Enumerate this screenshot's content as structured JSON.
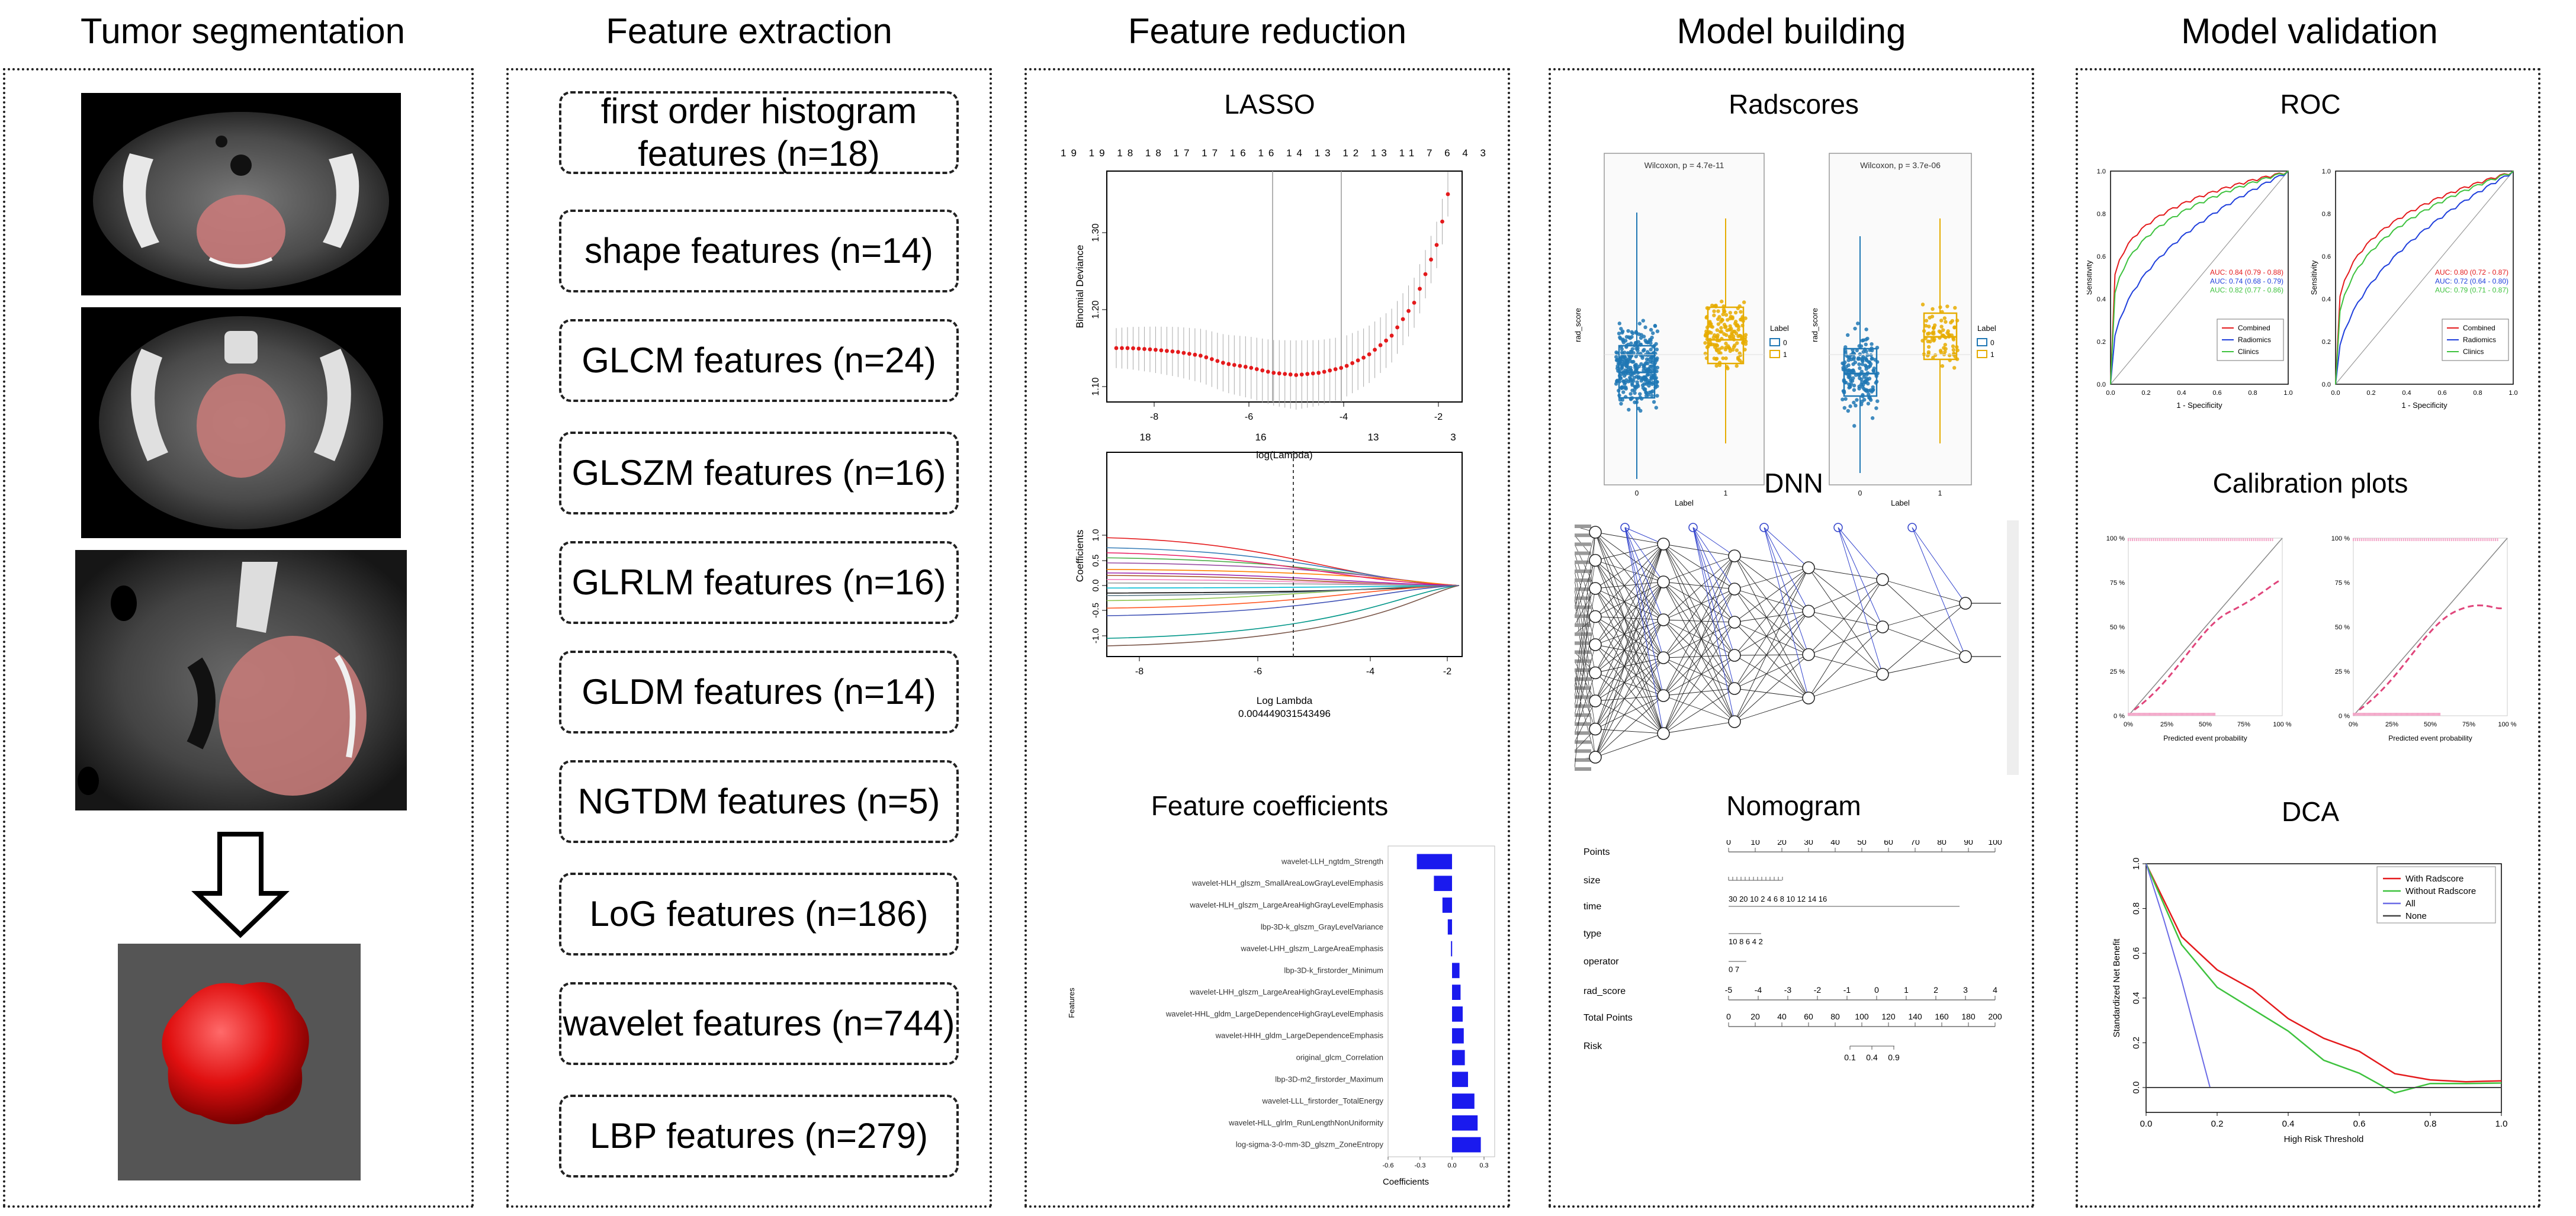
{
  "headers": {
    "col1": "Tumor segmentation",
    "col2": "Feature extraction",
    "col3": "Feature reduction",
    "col4": "Model building",
    "col5": "Model validation"
  },
  "features": [
    {
      "label": "first order histogram features (n=18)"
    },
    {
      "label": "shape features (n=14)"
    },
    {
      "label": "GLCM features (n=24)"
    },
    {
      "label": "GLSZM features (n=16)"
    },
    {
      "label": "GLRLM features (n=16)"
    },
    {
      "label": "GLDM features (n=14)"
    },
    {
      "label": "NGTDM features (n=5)"
    },
    {
      "label": "LoG features (n=186)"
    },
    {
      "label": "wavelet features (n=744)"
    },
    {
      "label": "LBP features (n=279)"
    }
  ],
  "reduction": {
    "lasso_title": "LASSO",
    "lasso_top_ticks": "19 19 18 18 17 17 16 16 14 13 12 13 11 7 6 4 3",
    "lasso_ylabel": "Binomial Deviance",
    "lasso_xlabel": "log(Lambda)",
    "coef_top_ticks": [
      "18",
      "16",
      "13",
      "3"
    ],
    "coef_ylabel": "Coefficients",
    "coef_xlabel": "Log Lambda",
    "coef_lambda": "0.004449031543496",
    "fc_title": "Feature coefficients",
    "fc_ylabel": "Features",
    "fc_xlabel": "Coefficients"
  },
  "chart_data": [
    {
      "type": "bar",
      "title": "Feature coefficients",
      "xlabel": "Coefficients",
      "ylabel": "Features",
      "xlim": [
        -0.6,
        0.4
      ],
      "xticks": [
        "-0.6",
        "-0.3",
        "0.0",
        "0.3"
      ],
      "categories": [
        "wavelet-LLH_ngtdm_Strength",
        "wavelet-HLH_glszm_SmallAreaLowGrayLevelEmphasis",
        "wavelet-HLH_glszm_LargeAreaHighGrayLevelEmphasis",
        "lbp-3D-k_glszm_GrayLevelVariance",
        "wavelet-LHH_glszm_LargeAreaEmphasis",
        "lbp-3D-k_firstorder_Minimum",
        "wavelet-LHH_glszm_LargeAreaHighGrayLevelEmphasis",
        "wavelet-HHL_gldm_LargeDependenceHighGrayLevelEmphasis",
        "wavelet-HHH_gldm_LargeDependenceEmphasis",
        "original_glcm_Correlation",
        "lbp-3D-m2_firstorder_Maximum",
        "wavelet-LLL_firstorder_TotalEnergy",
        "wavelet-HLL_glrlm_RunLengthNonUniformity",
        "log-sigma-3-0-mm-3D_glszm_ZoneEntropy"
      ],
      "values": [
        -0.33,
        -0.17,
        -0.09,
        -0.04,
        -0.01,
        0.07,
        0.08,
        0.1,
        0.11,
        0.12,
        0.15,
        0.21,
        0.24,
        0.27
      ],
      "grid": false
    },
    {
      "type": "line",
      "title": "LASSO",
      "xlabel": "log(Lambda)",
      "ylabel": "Binomial Deviance",
      "xticks": [
        "-8",
        "-6",
        "-4",
        "-2"
      ],
      "yticks": [
        "1.10",
        "1.20",
        "1.30"
      ],
      "xlim": [
        -9,
        -1.5
      ],
      "ylim": [
        1.08,
        1.38
      ],
      "x": [
        -9,
        -8.5,
        -8,
        -7.5,
        -7,
        -6.5,
        -6,
        -5.5,
        -5,
        -4.5,
        -4,
        -3.5,
        -3,
        -2.5,
        -2,
        -1.8
      ],
      "y": [
        1.15,
        1.15,
        1.148,
        1.145,
        1.14,
        1.13,
        1.125,
        1.118,
        1.115,
        1.118,
        1.125,
        1.14,
        1.165,
        1.21,
        1.29,
        1.35
      ]
    },
    {
      "type": "line",
      "title": "DCA",
      "xlabel": "High Risk Threshold",
      "ylabel": "Standardized Net Benefit",
      "xticks": [
        "0.0",
        "0.2",
        "0.4",
        "0.6",
        "0.8",
        "1.0"
      ],
      "yticks": [
        "0.0",
        "0.2",
        "0.4",
        "0.6",
        "0.8",
        "1.0"
      ],
      "series": [
        {
          "name": "With Radscore",
          "x": [
            0,
            0.1,
            0.2,
            0.3,
            0.4,
            0.5,
            0.6,
            0.7,
            0.8,
            0.9,
            1.0
          ],
          "y": [
            1.0,
            0.68,
            0.52,
            0.42,
            0.32,
            0.22,
            0.15,
            0.08,
            0.04,
            0.02,
            0.03
          ]
        },
        {
          "name": "Without Radscore",
          "x": [
            0,
            0.1,
            0.2,
            0.3,
            0.4,
            0.5,
            0.6,
            0.7,
            0.8,
            0.9,
            1.0
          ],
          "y": [
            1.0,
            0.62,
            0.46,
            0.35,
            0.24,
            0.14,
            0.07,
            -0.03,
            0.0,
            0.03,
            0.02
          ]
        },
        {
          "name": "All",
          "x": [
            0,
            0.05,
            0.1,
            0.15,
            0.18
          ],
          "y": [
            1.0,
            0.75,
            0.48,
            0.18,
            0.0
          ]
        },
        {
          "name": "None",
          "x": [
            0,
            1.0
          ],
          "y": [
            0,
            0
          ]
        }
      ],
      "legend": "top-right"
    }
  ],
  "building": {
    "radscores_title": "Radscores",
    "wilcoxon_left": "Wilcoxon, p = 4.7e-11",
    "wilcoxon_right": "Wilcoxon, p = 3.7e-06",
    "rad_ylabel": "rad_score",
    "rad_xlabel": "Label",
    "legend_title": "Label",
    "legend_0": "0",
    "legend_1": "1",
    "dnn_title": "DNN",
    "nomogram_title": "Nomogram",
    "nomogram_rows": [
      "Points",
      "size",
      "time",
      "type",
      "operator",
      "rad_score",
      "Total Points",
      "Risk"
    ],
    "points_ticks": [
      "0",
      "10",
      "20",
      "30",
      "40",
      "50",
      "60",
      "70",
      "80",
      "90",
      "100"
    ],
    "time_ticks": "30 20 10 2 4 6 8 10 12 14 16",
    "rad_ticks": [
      "-5",
      "-4",
      "-3",
      "-2",
      "-1",
      "0",
      "1",
      "2",
      "3",
      "4"
    ],
    "total_ticks": [
      "0",
      "20",
      "40",
      "60",
      "80",
      "100",
      "120",
      "140",
      "160",
      "180",
      "200"
    ],
    "risk_ticks": [
      "0.1",
      "0.4",
      "0.9"
    ]
  },
  "validation": {
    "roc_title": "ROC",
    "roc_xlabel": "1 - Specificity",
    "roc_ylabel": "Sensitivity",
    "auc_left": [
      "AUC: 0.84 (0.79 - 0.88)",
      "AUC: 0.74 (0.68 - 0.79)",
      "AUC: 0.82 (0.77 - 0.86)"
    ],
    "auc_right": [
      "AUC: 0.80 (0.72 - 0.87)",
      "AUC: 0.72 (0.64 - 0.80)",
      "AUC: 0.79 (0.71 - 0.87)"
    ],
    "roc_legend": [
      "Combined",
      "Radiomics",
      "Clinics"
    ],
    "calib_title": "Calibration plots",
    "calib_xlabel": "Predicted event probability",
    "calib_yticks": [
      "100 %",
      "75 %",
      "50 %",
      "25 %",
      "0 %"
    ],
    "calib_xticks": [
      "0%",
      "25%",
      "50%",
      "75%",
      "100 %"
    ],
    "dca_title": "DCA",
    "dca_xlabel": "High Risk Threshold",
    "dca_ylabel": "Standardized Net Benefit",
    "dca_legend": [
      "With Radscore",
      "Without Radscore",
      "All",
      "None"
    ]
  },
  "colors": {
    "red": "#e41a1c",
    "blue": "#1f3fdc",
    "green": "#3ec23e",
    "bar_blue": "#1a1aee",
    "box_blue": "#1f77b4",
    "box_yellow": "#e6ac00"
  }
}
